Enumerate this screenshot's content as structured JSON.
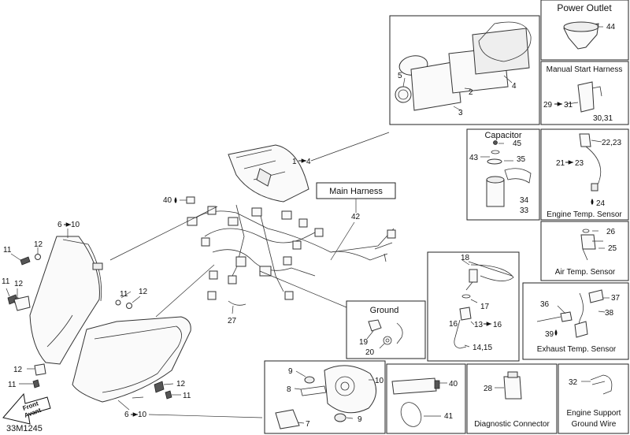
{
  "diagram": {
    "ref_code": "33M1245",
    "front_arrow": {
      "line1": "Front",
      "line2": "Avant"
    },
    "boxes": {
      "power_outlet": {
        "title": "Power Outlet",
        "callouts": [
          "44"
        ]
      },
      "manual_start_harness": {
        "title": "Manual Start Harness",
        "callouts": [
          "29",
          "31",
          "30,31"
        ]
      },
      "capacitor": {
        "title": "Capacitor",
        "callouts": [
          "43",
          "45",
          "35",
          "34",
          "33"
        ]
      },
      "engine_temp_sensor": {
        "title": "Engine Temp. Sensor",
        "callouts": [
          "22,23",
          "21",
          "23",
          "24"
        ]
      },
      "air_temp_sensor": {
        "title": "Air Temp. Sensor",
        "callouts": [
          "26",
          "25"
        ]
      },
      "exhaust_temp_sensor": {
        "title": "Exhaust Temp. Sensor",
        "callouts": [
          "37",
          "36",
          "38",
          "39"
        ]
      },
      "ground": {
        "title": "Ground",
        "callouts": [
          "19",
          "20"
        ]
      },
      "main_harness": {
        "title": "Main Harness",
        "callouts": [
          "42"
        ]
      },
      "diagnostic_connector": {
        "title": "Diagnostic Connector",
        "callouts": [
          "28"
        ]
      },
      "engine_support_ground_wire": {
        "line1": "Engine Support",
        "line2": "Ground Wire",
        "callouts": [
          "32"
        ]
      },
      "gauge_detail": {
        "callouts": [
          "5",
          "2",
          "3",
          "4"
        ]
      },
      "cable_detail": {
        "callouts": [
          "18",
          "17",
          "16",
          "13",
          "16",
          "14,15"
        ]
      },
      "lamp_detail": {
        "callouts": [
          "9",
          "8",
          "10",
          "7",
          "9"
        ]
      },
      "grease_detail": {
        "callouts": [
          "40",
          "41"
        ]
      }
    },
    "main_callouts": {
      "c1": "1",
      "c4": "4",
      "c40": "40",
      "c6a": "6",
      "c10a": "10",
      "c27": "27",
      "c11a": "11",
      "c12a": "12",
      "c11b": "11",
      "c12b": "12",
      "c11c": "11",
      "c12c": "12",
      "c12d": "12",
      "c11d": "11",
      "c12e": "12",
      "c11e": "11",
      "c6b": "6",
      "c10b": "10"
    }
  }
}
